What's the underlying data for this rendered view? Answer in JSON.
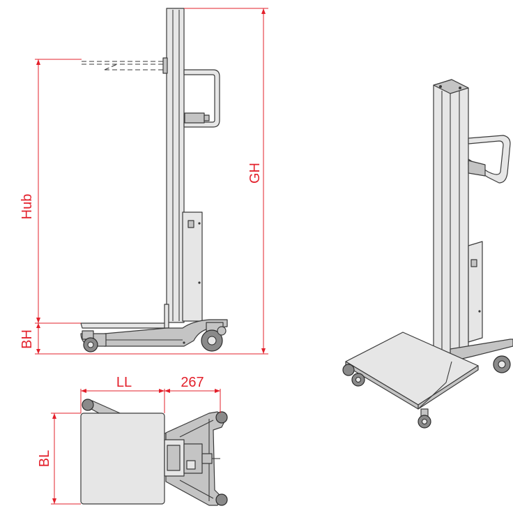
{
  "dimensions": {
    "hub": "Hub",
    "bh": "BH",
    "gh": "GH",
    "ll": "LL",
    "offset": "267",
    "bl": "BL"
  },
  "colors": {
    "dimension": "#e3202b",
    "outline": "#3a3a3a",
    "steel": "#d9d9d9"
  }
}
